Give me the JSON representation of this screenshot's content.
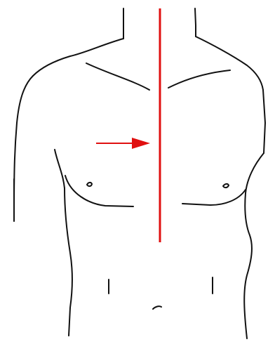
{
  "diagram": {
    "subject": "male-torso-front-outline",
    "colors": {
      "background": "#ffffff",
      "outline": "#111111",
      "marker": "#e01010"
    },
    "annotations": [
      {
        "type": "vertical-line",
        "meaning": "body-midline"
      },
      {
        "type": "arrow",
        "direction": "right",
        "meaning": "points-to-midline"
      }
    ]
  }
}
